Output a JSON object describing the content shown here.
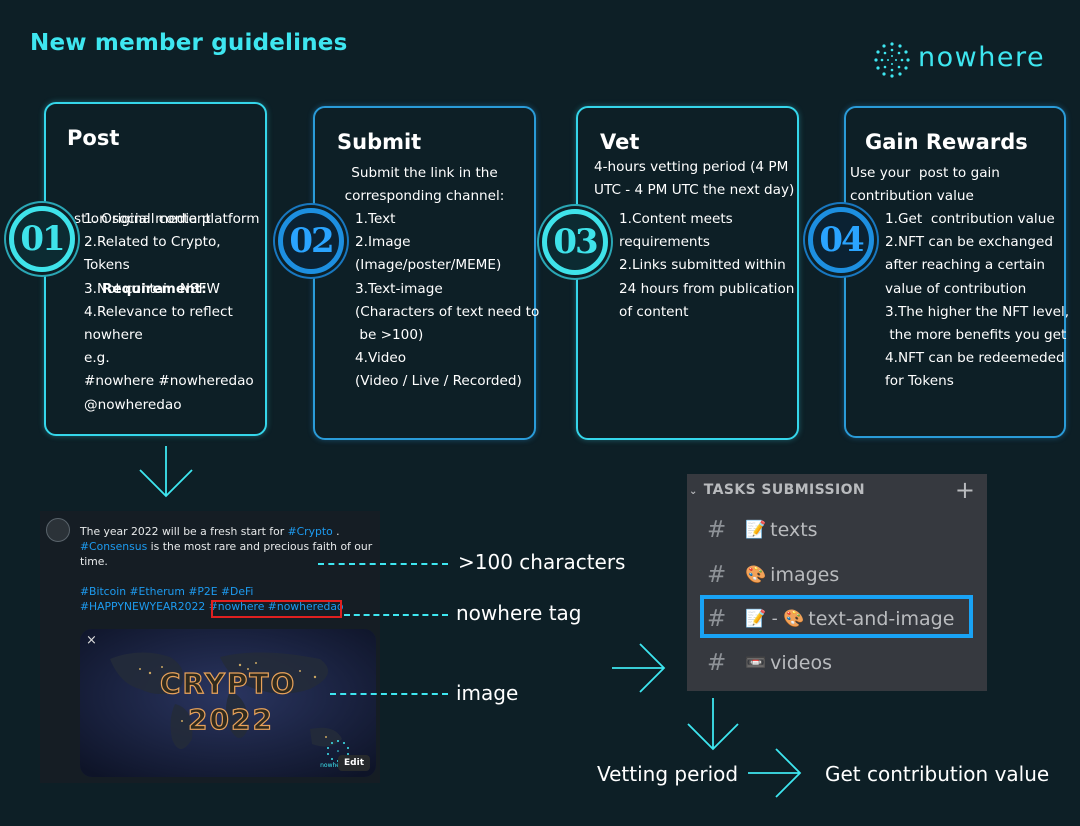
{
  "title": "New member guidelines",
  "logo": {
    "text": "nowhere"
  },
  "steps": [
    {
      "number": "01",
      "title": "Post",
      "intro": "Post on social media platform",
      "requirement_label": "Requirement:",
      "lines": [
        "1. Original content",
        "2.Related to Crypto,",
        "Tokens",
        "3.Not contain NSFW",
        "4.Relevance to reflect",
        "nowhere",
        "e.g.",
        "#nowhere #nowheredao",
        "@nowheredao"
      ]
    },
    {
      "number": "02",
      "title": "Submit",
      "intro_lines": [
        "Submit the link in the",
        "corresponding channel:"
      ],
      "lines": [
        "1.Text",
        "2.Image",
        "(Image/poster/MEME)",
        "3.Text-image",
        "(Characters of text need to",
        " be >100)",
        "4.Video",
        "(Video / Live / Recorded)"
      ]
    },
    {
      "number": "03",
      "title": "Vet",
      "intro_lines": [
        "4-hours vetting period (4 PM",
        "UTC - 4 PM UTC the next day)"
      ],
      "lines": [
        "1.Content meets",
        "requirements",
        "2.Links submitted within",
        "24 hours from publication",
        "of content"
      ]
    },
    {
      "number": "04",
      "title": "Gain Rewards",
      "intro_lines": [
        "Use your  post to gain",
        "contribution value"
      ],
      "lines": [
        "1.Get  contribution value",
        "2.NFT can be exchanged",
        "after reaching a certain",
        "value of contribution",
        "3.The higher the NFT level,",
        " the more benefits you get",
        "4.NFT can be redeemeded",
        "for Tokens"
      ]
    }
  ],
  "tweet": {
    "lines": [
      [
        {
          "t": "The year 2022 will be a fresh start for "
        },
        {
          "t": "#Crypto",
          "h": true
        },
        {
          "t": " ."
        }
      ],
      [
        {
          "t": "#Consensus",
          "h": true
        },
        {
          "t": " is the most rare and precious faith of our"
        }
      ],
      [
        {
          "t": "time."
        }
      ],
      [
        {
          "t": ""
        }
      ],
      [
        {
          "t": "#Bitcoin #Etherum #P2E #DeFi",
          "h": true
        }
      ],
      [
        {
          "t": "#HAPPYNEWYEAR2022 #nowhere #nowheredao",
          "h": true
        }
      ]
    ],
    "image_text_1": "CRYPTO",
    "image_text_2": "2022",
    "close": "×",
    "edit_button": "Edit",
    "watermark": "nowhe"
  },
  "annotations": {
    "chars": ">100 characters",
    "tag": "nowhere tag",
    "image": "image"
  },
  "discord": {
    "header": "TASKS SUBMISSION",
    "plus": "+",
    "channels": [
      {
        "emoji": "📝",
        "name": "texts"
      },
      {
        "emoji": "🎨",
        "name": "images"
      },
      {
        "emoji": "📝 - 🎨",
        "name": "text-and-image"
      },
      {
        "emoji": "📼",
        "name": "videos"
      }
    ],
    "selected_channel": "text-and-image"
  },
  "flow": {
    "vetting": "Vetting  period",
    "contribution": "Get contribution value"
  },
  "colors": {
    "background": "#0d1f26",
    "accent_cyan": "#3ee6f0",
    "accent_blue": "#1d8fe0",
    "highlight_box": "#19a3f5",
    "tweet_tag_box": "#e02020"
  }
}
